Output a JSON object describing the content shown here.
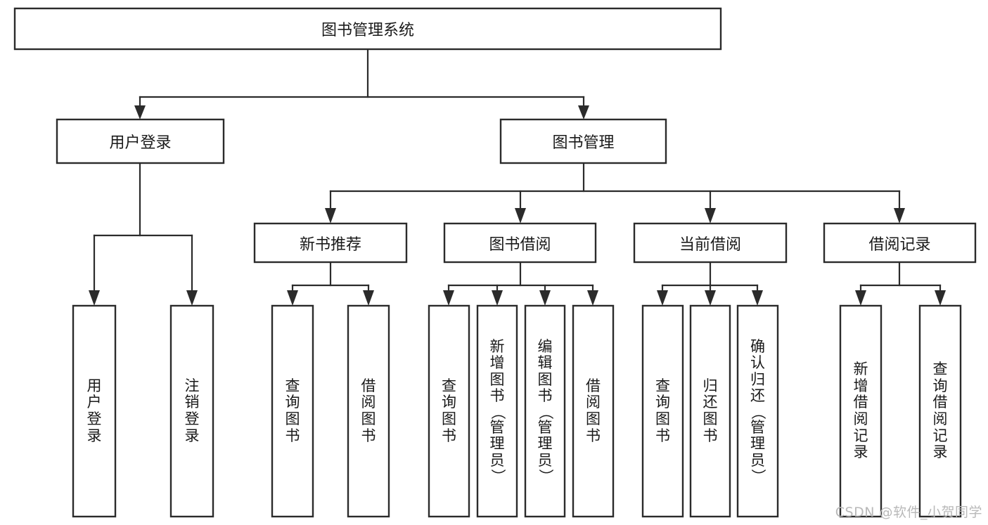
{
  "diagram": {
    "type": "tree",
    "title": "图书管理系统",
    "root": {
      "id": "root",
      "label": "图书管理系统",
      "orientation": "horizontal"
    },
    "level2": [
      {
        "id": "user-login",
        "label": "用户登录",
        "orientation": "horizontal"
      },
      {
        "id": "book-manage",
        "label": "图书管理",
        "orientation": "horizontal"
      }
    ],
    "level3": [
      {
        "id": "new-book-recommend",
        "label": "新书推荐",
        "parent": "book-manage",
        "orientation": "horizontal"
      },
      {
        "id": "book-borrow",
        "label": "图书借阅",
        "parent": "book-manage",
        "orientation": "horizontal"
      },
      {
        "id": "current-borrow",
        "label": "当前借阅",
        "parent": "book-manage",
        "orientation": "horizontal"
      },
      {
        "id": "borrow-record",
        "label": "借阅记录",
        "parent": "book-manage",
        "orientation": "horizontal"
      }
    ],
    "leaves": [
      {
        "id": "leaf-user-login",
        "label": "用户登录",
        "parent": "user-login",
        "orientation": "vertical"
      },
      {
        "id": "leaf-logout-login",
        "label": "注销登录",
        "parent": "user-login",
        "orientation": "vertical"
      },
      {
        "id": "leaf-query-book-1",
        "label": "查询图书",
        "parent": "new-book-recommend",
        "orientation": "vertical"
      },
      {
        "id": "leaf-borrow-book-1",
        "label": "借阅图书",
        "parent": "new-book-recommend",
        "orientation": "vertical"
      },
      {
        "id": "leaf-query-book-2",
        "label": "查询图书",
        "parent": "book-borrow",
        "orientation": "vertical"
      },
      {
        "id": "leaf-add-book",
        "label": "新增图书（管理员）",
        "parent": "book-borrow",
        "orientation": "vertical"
      },
      {
        "id": "leaf-edit-book",
        "label": "编辑图书（管理员）",
        "parent": "book-borrow",
        "orientation": "vertical"
      },
      {
        "id": "leaf-borrow-book-2",
        "label": "借阅图书",
        "parent": "book-borrow",
        "orientation": "vertical"
      },
      {
        "id": "leaf-query-book-3",
        "label": "查询图书",
        "parent": "current-borrow",
        "orientation": "vertical"
      },
      {
        "id": "leaf-return-book",
        "label": "归还图书",
        "parent": "current-borrow",
        "orientation": "vertical"
      },
      {
        "id": "leaf-confirm-return",
        "label": "确认归还（管理员）",
        "parent": "current-borrow",
        "orientation": "vertical"
      },
      {
        "id": "leaf-add-record",
        "label": "新增借阅记录",
        "parent": "borrow-record",
        "orientation": "vertical"
      },
      {
        "id": "leaf-query-record",
        "label": "查询借阅记录",
        "parent": "borrow-record",
        "orientation": "vertical"
      }
    ],
    "colors": {
      "stroke": "#2b2b2b",
      "fill": "#ffffff",
      "text": "#1a1a1a",
      "watermark": "#b9b9b9",
      "background": "#ffffff"
    }
  },
  "watermark": {
    "text": "CSDN @软件_小贺同学"
  }
}
